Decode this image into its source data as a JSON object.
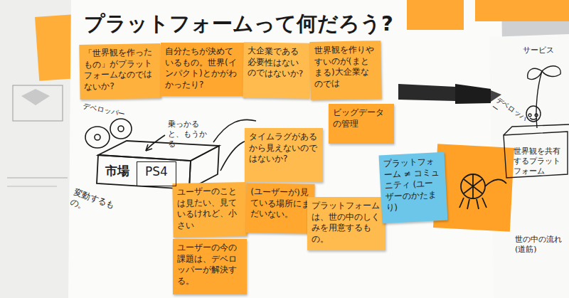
{
  "diagram": {
    "title": "プラットフォームって何だろう?",
    "nodes": [
      {
        "text": [
          "「世界観を作ったもの」がプラットフォームなのではないか?"
        ]
      },
      {
        "text": [
          "自分たちが決めているもの。世界(インパクト)とかがわかったり?"
        ]
      },
      {
        "text": [
          "大企業である必要性はないのではないか?"
        ]
      },
      {
        "text": [
          "世界観を作りやすいのが(まとまる)大企業なのでは"
        ]
      },
      {
        "text": [
          "ビッグデータの管理"
        ]
      },
      {
        "text": [
          "タイムラグがあるから見えないのではないか?"
        ]
      },
      {
        "text": [
          "ユーザーのことは見たい、見ているけれど、小さい"
        ]
      },
      {
        "text": [
          "(ユーザーが)見ている場所にまだいない。"
        ]
      },
      {
        "text": [
          "プラットフォームは、世の中のしくみを用意するもの。"
        ]
      },
      {
        "text": [
          "ユーザーの今の課題は、デベロッパーが解決する。"
        ]
      },
      {
        "text": [
          "プラットフォーム ≠ コミュニティ (ユーザーのかたまり)"
        ]
      },
      {
        "text": [
          "市場"
        ]
      },
      {
        "text": [
          "PS4"
        ],
        "in": 11
      }
    ],
    "labels": [
      "デベロッパー",
      "乗っかると、もうかる",
      "変動するもの。",
      "サービス",
      "デベロッパー",
      "世界観を共有するプラットフォーム",
      "世の中の流れ(道筋)"
    ]
  }
}
